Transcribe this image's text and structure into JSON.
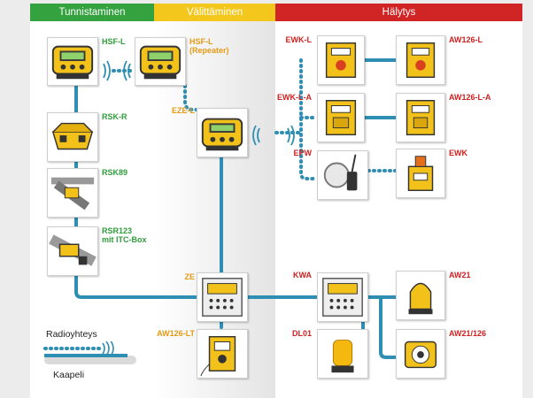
{
  "sections": [
    {
      "title": "Tunnistaminen",
      "color": "#33a23f"
    },
    {
      "title": "Välittäminen",
      "color": "#f3c71b"
    },
    {
      "title": "Hälytys",
      "color": "#d12525"
    }
  ],
  "devices": {
    "hsf_l": "HSF-L",
    "hsf_l_repeater": "HSF-L",
    "repeater_note": "(Repeater)",
    "rsk_r": "RSK-R",
    "rsk89": "RSK89",
    "rsr123": "RSR123",
    "rsr123_note": "mit ITC-Box",
    "eze_l": "EZE-L",
    "ze": "ZE",
    "aw126_lt": "AW126-LT",
    "ewk_l": "EWK-L",
    "aw126_l": "AW126-L",
    "ewk_l_a": "EWK-L-A",
    "aw126_l_a": "AW126-L-A",
    "epw": "EPW",
    "ewk": "EWK",
    "kwa": "KWA",
    "aw21": "AW21",
    "dl01": "DL01",
    "aw21_126": "AW21/126"
  },
  "legend": {
    "radio": "Radioyhteys",
    "cable": "Kaapeli"
  },
  "colors": {
    "cable": "#2f8fb3",
    "radio": "#2f8fb3",
    "device_yellow": "#f2c21a",
    "device_dark": "#333333"
  }
}
